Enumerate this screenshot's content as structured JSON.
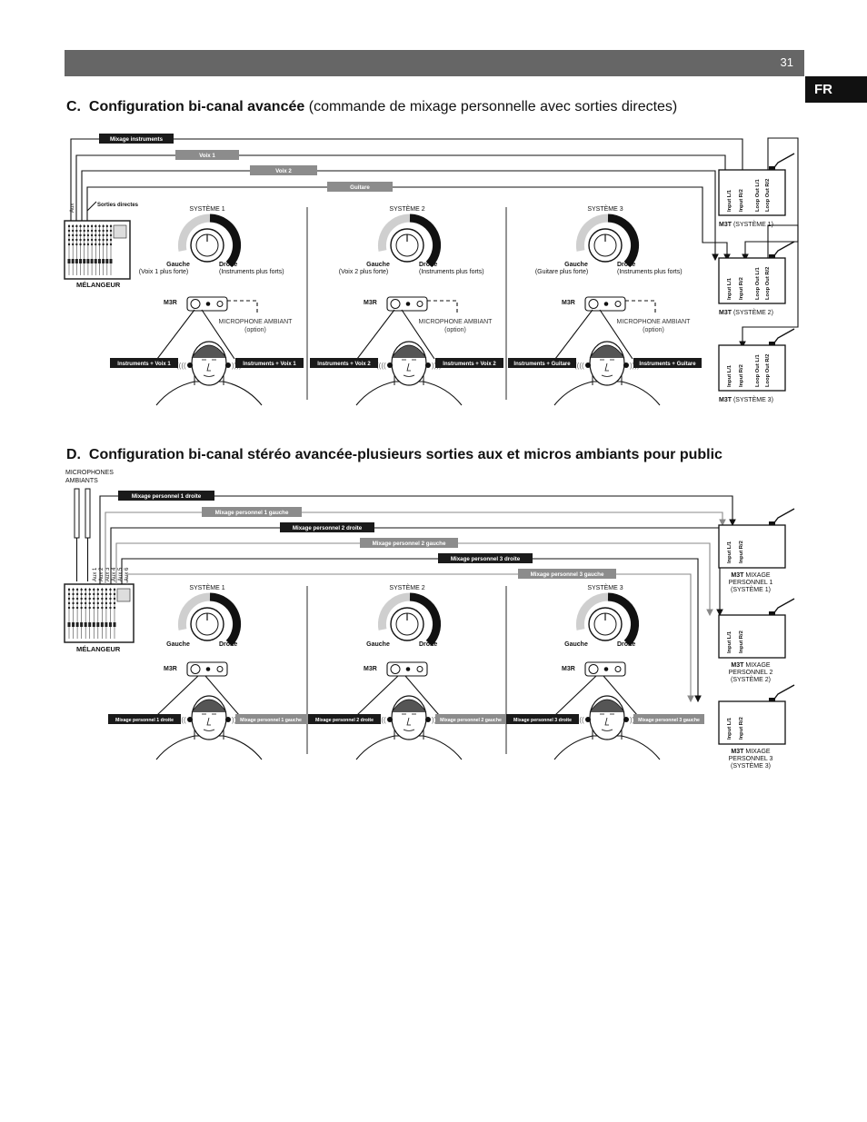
{
  "header": {
    "page_number": "31",
    "language_tab": "FR"
  },
  "section_c": {
    "letter": "C.",
    "title": "Configuration bi-canal avancée",
    "subtitle": "(commande de mixage personnelle avec sorties directes)",
    "labels": {
      "mix_instruments": "Mixage instruments",
      "voix1": "Voix 1",
      "voix2": "Voix 2",
      "guitare": "Guitare",
      "aux": "Aux",
      "sorties_directes": "Sorties directes",
      "melangeur": "MÉLANGEUR",
      "m3r": "M3R",
      "ambient_mic": "MICROPHONE AMBIANT",
      "option": "(option)",
      "gauche": "Gauche",
      "droite": "Droite",
      "input_l": "Input L/1",
      "input_r": "Input R/2",
      "loop_l": "Loop Out L/1",
      "loop_r": "Loop Out R/2",
      "m3t": "M3T"
    },
    "systems": [
      {
        "name": "SYSTÈME 1",
        "left_desc": "(Voix 1 plus forte)",
        "right_desc": "(Instruments plus forts)",
        "left_tag": "Instruments + Voix 1",
        "right_tag": "Instruments + Voix 1",
        "m3t_caption": "(SYSTÈME 1)"
      },
      {
        "name": "SYSTÈME 2",
        "left_desc": "(Voix 2 plus forte)",
        "right_desc": "(Instruments plus forts)",
        "left_tag": "Instruments + Voix 2",
        "right_tag": "Instruments + Voix 2",
        "m3t_caption": "(SYSTÈME 2)"
      },
      {
        "name": "SYSTÈME 3",
        "left_desc": "(Guitare plus forte)",
        "right_desc": "(Instruments plus forts)",
        "left_tag": "Instruments + Guitare",
        "right_tag": "Instruments + Guitare",
        "m3t_caption": "(SYSTÈME 3)"
      }
    ]
  },
  "section_d": {
    "letter": "D.",
    "title": "Configuration bi-canal stéréo avancée-plusieurs sorties aux et micros ambiants pour public",
    "labels": {
      "microphones": "MICROPHONES",
      "ambiants": "AMBIANTS",
      "melangeur": "MÉLANGEUR",
      "aux": [
        "Aux 1",
        "Aux 2",
        "Aux 3",
        "Aux 4",
        "Aux 5",
        "Aux 6"
      ],
      "m3r": "M3R",
      "gauche": "Gauche",
      "droite": "Droite",
      "input_l": "Input L/1",
      "input_r": "Input R/2",
      "m3t": "M3T",
      "mixage": "MIXAGE"
    },
    "mix_lines": [
      "Mixage personnel 1 droite",
      "Mixage personnel 1 gauche",
      "Mixage personnel 2 droite",
      "Mixage personnel 2 gauche",
      "Mixage personnel 3 droite",
      "Mixage personnel 3 gauche"
    ],
    "systems": [
      {
        "name": "SYSTÈME 1",
        "left_tag": "Mixage personnel 1 droite",
        "right_tag": "Mixage personnel 1 gauche",
        "m3t_line2": "PERSONNEL 1",
        "m3t_caption": "(SYSTÈME 1)"
      },
      {
        "name": "SYSTÈME 2",
        "left_tag": "Mixage personnel 2 droite",
        "right_tag": "Mixage personnel 2 gauche",
        "m3t_line2": "PERSONNEL 2",
        "m3t_caption": "(SYSTÈME 2)"
      },
      {
        "name": "SYSTÈME 3",
        "left_tag": "Mixage personnel 3 droite",
        "right_tag": "Mixage personnel 3 gauche",
        "m3t_line2": "PERSONNEL 3",
        "m3t_caption": "(SYSTÈME 3)"
      }
    ]
  }
}
